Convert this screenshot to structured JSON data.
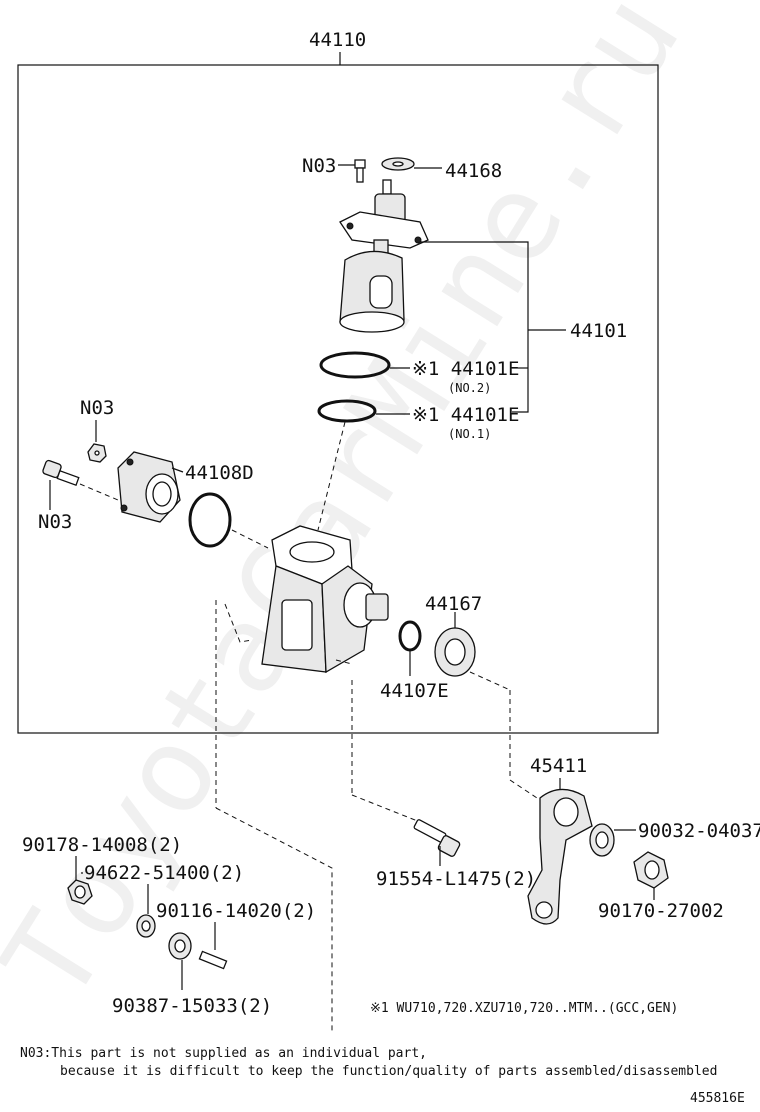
{
  "diagram": {
    "assembly_label": "44110",
    "watermark": "ToyotaCarMine.ru",
    "figure_number": "455816E",
    "parts": {
      "n03_top": "N03",
      "washer_44168": "44168",
      "valve_44101": "44101",
      "oring_no2": {
        "code": "※1 44101E",
        "sub": "(NO.2)"
      },
      "oring_no1": {
        "code": "※1 44101E",
        "sub": "(NO.1)"
      },
      "n03_nut": "N03",
      "n03_bolt": "N03",
      "cover_44108d": "44108D",
      "seal_44167": "44167",
      "bearing_44107e": "44107E",
      "arm_45411": "45411",
      "washer_90032": "90032-04037",
      "nut_90170": "90170-27002",
      "bolt_91554": "91554-L1475(2)",
      "nut_90178": "90178-14008(2)",
      "washer_94622": "94622-51400(2)",
      "stud_90116": "90116-14020(2)",
      "bushing_90387": "90387-15033(2)"
    },
    "applicability_note": "※1 WU710,720.XZU710,720..MTM..(GCC,GEN)",
    "footnote": {
      "line1": "N03:This part is not supplied as an individual part,",
      "line2": "because it is difficult to keep the function/quality of parts assembled/disassembled"
    }
  }
}
